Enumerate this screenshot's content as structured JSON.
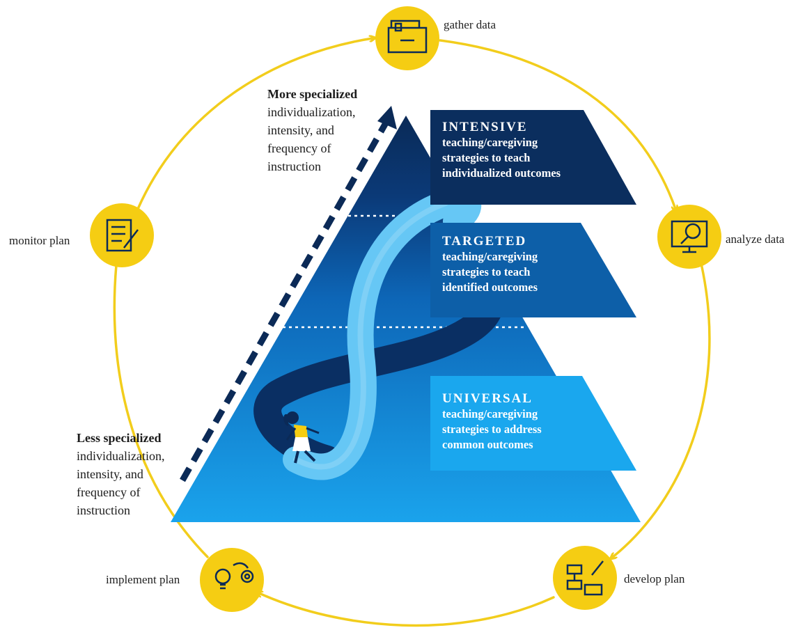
{
  "cycle": {
    "stages": [
      {
        "label": "gather data",
        "icon": "file-box-icon"
      },
      {
        "label": "analyze data",
        "icon": "monitor-magnifier-chart-icon"
      },
      {
        "label": "develop plan",
        "icon": "flowchart-pen-icon"
      },
      {
        "label": "implement plan",
        "icon": "lightbulb-gear-icon"
      },
      {
        "label": "monitor plan",
        "icon": "checklist-pencil-icon"
      }
    ],
    "ring_color": "#f2cd1c",
    "icon_fill": "#f5cd13"
  },
  "tiers": [
    {
      "title": "INTENSIVE",
      "description": "teaching/caregiving\nstrategies to teach\nindividualized outcomes",
      "color": "#0b2e5e"
    },
    {
      "title": "TARGETED",
      "description": "teaching/caregiving\nstrategies to teach\nidentified outcomes",
      "color": "#0d5fa8"
    },
    {
      "title": "UNIVERSAL",
      "description": "teaching/caregiving\nstrategies to address\ncommon outcomes",
      "color": "#1aa7ee"
    }
  ],
  "specialization": {
    "more": {
      "heading": "More specialized",
      "body": "individualization,\nintensity, and\nfrequency of\ninstruction"
    },
    "less": {
      "heading": "Less specialized",
      "body": "individualization,\nintensity, and\nfrequency of\ninstruction"
    }
  }
}
